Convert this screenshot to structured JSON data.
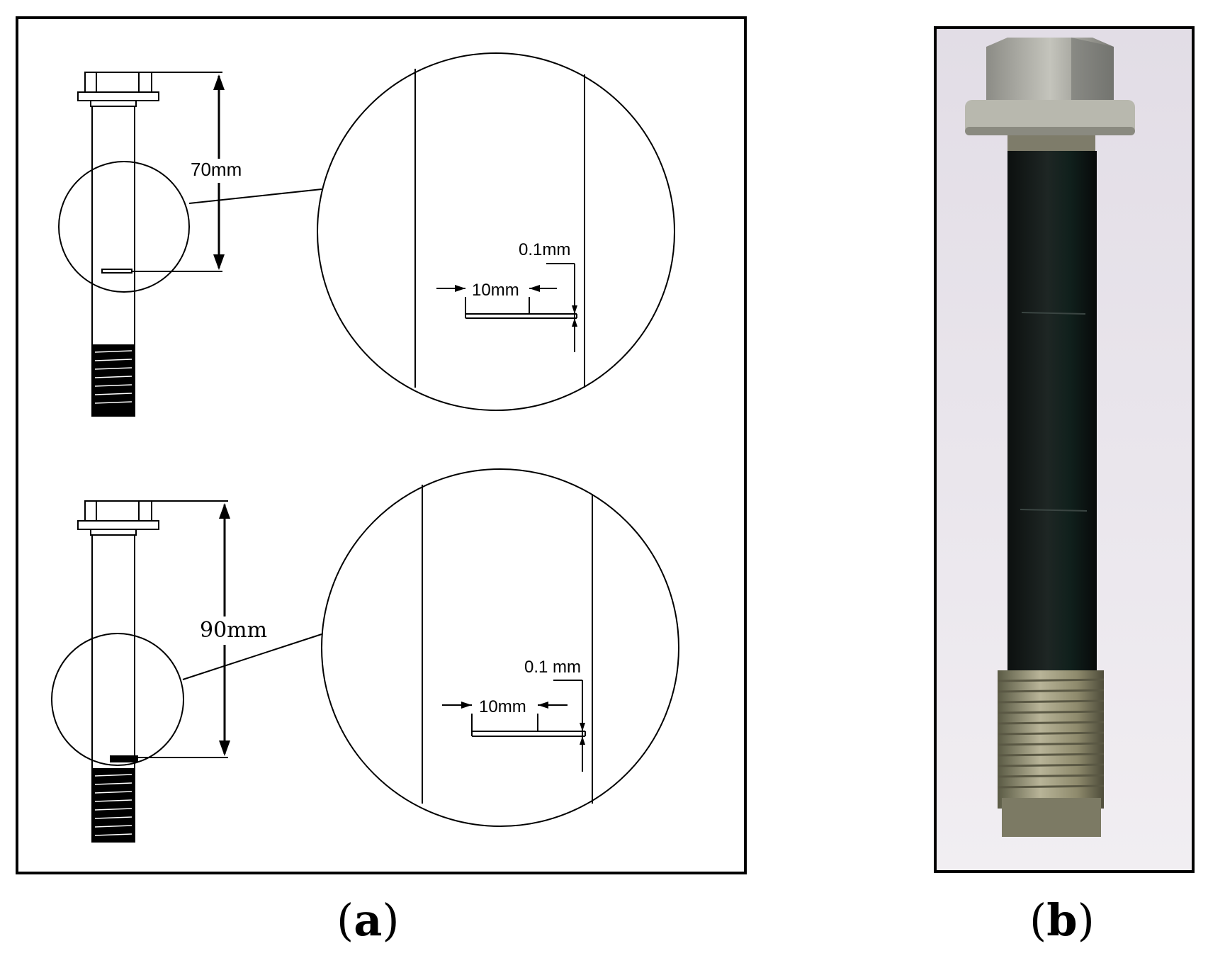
{
  "panel_a": {
    "top_drawing": {
      "length_label": "70mm",
      "detail": {
        "depth_label": "0.1mm",
        "width_label": "10mm"
      }
    },
    "bottom_drawing": {
      "length_label": "90mm",
      "detail": {
        "depth_label": "0.1 mm",
        "width_label": "10mm"
      }
    }
  },
  "captions": {
    "a": {
      "open": "(",
      "letter": "a",
      "close": ")"
    },
    "b": {
      "open": "(",
      "letter": "b",
      "close": ")"
    }
  },
  "colors": {
    "line": "#000000",
    "photo_background": "#ece9ee",
    "bolt_shank": "#141a18",
    "bolt_thread": "#9a9678",
    "bolt_head": "#b4b4ac"
  }
}
